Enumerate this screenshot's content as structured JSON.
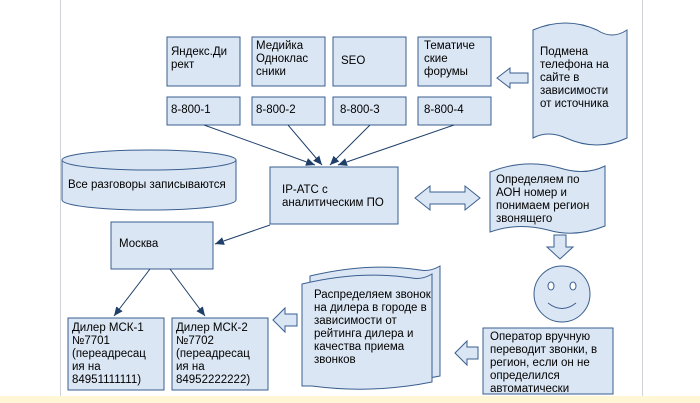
{
  "colors": {
    "fill": "#dbe6f4",
    "stroke": "#3a5f8f",
    "arrow": "#1f3f6a"
  },
  "sources": [
    {
      "name": "Яндекс.Ди\nрект",
      "number": "8-800-1"
    },
    {
      "name": "Медийка\nОдноклас\nсники",
      "number": "8-800-2"
    },
    {
      "name": "SEO",
      "number": "8-800-3"
    },
    {
      "name": "Тематиче\nские\nфорумы",
      "number": "8-800-4"
    }
  ],
  "nodes": {
    "substitution": "Подмена\nтелефона на\nсайте в\nзависимости\nот источника",
    "recording": "Все разговоры записываются",
    "pbx": "IP-АТС с\nаналитическим ПО",
    "caller_id": "Определяем по\nАОН номер и\nпонимаем регион\nзвонящего",
    "moscow": "Москва",
    "dealer1": "Дилер МСК-1\n№7701\n(переадресац\nия на\n84951111111)",
    "dealer2": "Дилер МСК-2\n№7702\n(переадресац\nия на\n84952222222)",
    "distribution": "Распределяем звонок\nна дилера в городе в\nзависимости от\nрейтинга дилера и\nкачества приема\nзвонков",
    "operator": "Оператор вручную\nпереводит звонки, в\nрегион, если он не\nопределился\nавтоматически"
  }
}
